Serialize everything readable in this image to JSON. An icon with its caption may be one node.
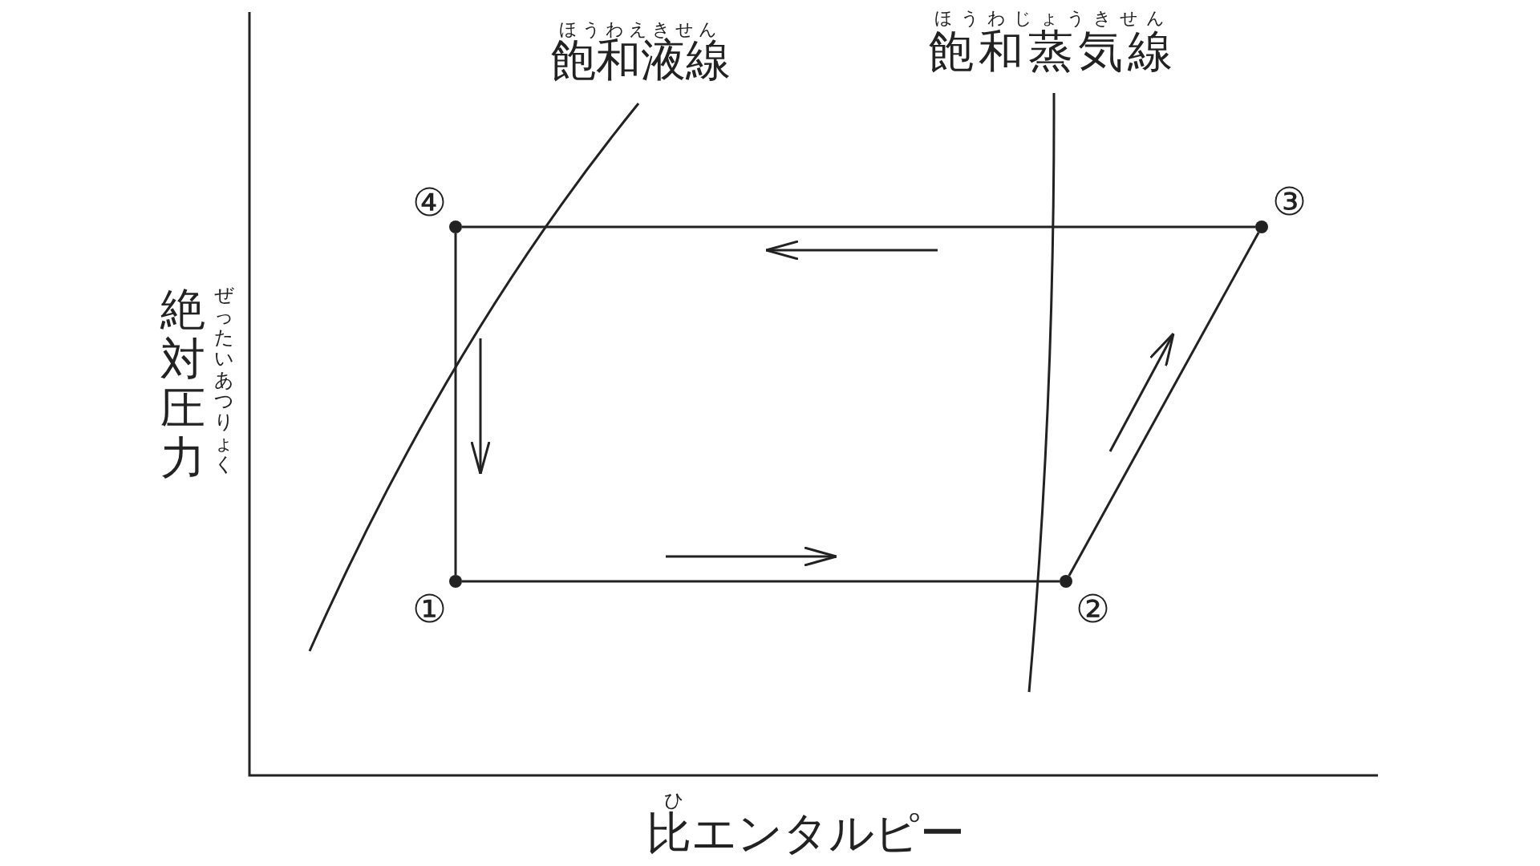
{
  "diagram": {
    "nodes": [
      {
        "text": [],
        "shape": "circle",
        "beside": [
          "④"
        ]
      },
      {
        "text": [],
        "shape": "circle",
        "beside": [
          "③"
        ]
      },
      {
        "text": [],
        "shape": "circle",
        "beside": [
          "①"
        ]
      },
      {
        "text": [],
        "shape": "circle",
        "beside": [
          "②"
        ]
      }
    ],
    "edges": [
      {
        "from": 2,
        "to": 3,
        "arrow": "none"
      },
      {
        "from": 3,
        "to": 1,
        "arrow": "none"
      },
      {
        "from": 1,
        "to": 0,
        "arrow": "none"
      },
      {
        "from": 0,
        "to": 2,
        "arrow": "none"
      }
    ],
    "labels": [
      "ほうわえきせん",
      "飽和液線",
      "ほうわじょうきせん",
      "飽和蒸気線",
      "ぜったいあつりょく",
      "絶対圧力",
      "ひ",
      "比エンタルピー"
    ]
  }
}
